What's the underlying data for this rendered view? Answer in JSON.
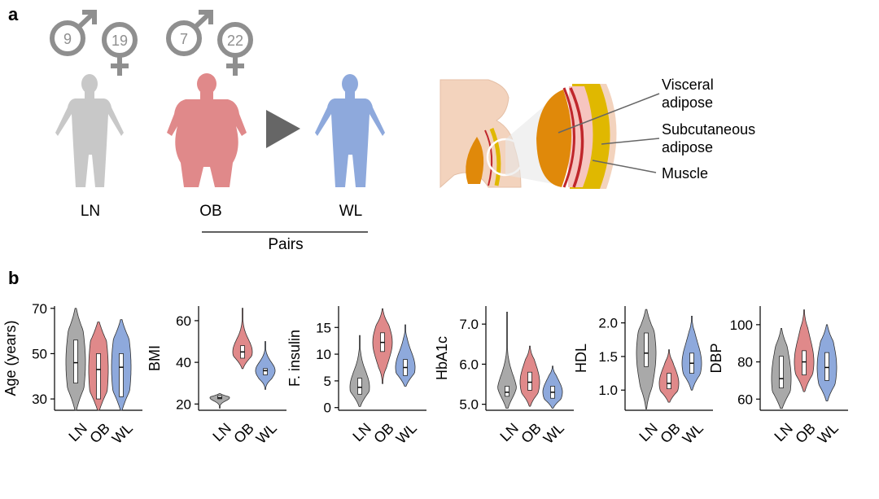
{
  "panel_a": {
    "label": "a",
    "groups": [
      {
        "name": "LN",
        "male_count": "9",
        "female_count": "19",
        "color": "#c8c8c8"
      },
      {
        "name": "OB",
        "male_count": "7",
        "female_count": "22",
        "color": "#e0898a"
      },
      {
        "name": "WL",
        "color": "#8ea9dc"
      }
    ],
    "pairs_label": "Pairs",
    "tissue_labels": {
      "visceral": "Visceral\nadipose",
      "subcutaneous": "Subcutaneous\nadipose",
      "muscle": "Muscle"
    },
    "colors": {
      "gender_symbol": "#8f8f8f",
      "visceral": "#e0890a",
      "subcutaneous": "#e0b800",
      "muscle": "#c0262b",
      "skin": "#f3d3bd",
      "arrow": "#666666"
    }
  },
  "panel_b": {
    "label": "b"
  },
  "chart_data": [
    {
      "type": "violin",
      "ylabel": "Age (years)",
      "categories": [
        "LN",
        "OB",
        "WL"
      ],
      "ylim": [
        25,
        71
      ],
      "yticks": [
        30,
        50,
        70
      ],
      "series": [
        {
          "category": "LN",
          "min": 25,
          "q1": 37,
          "median": 46,
          "q3": 56,
          "max": 70
        },
        {
          "category": "OB",
          "min": 25,
          "q1": 30,
          "median": 43,
          "q3": 50,
          "max": 64
        },
        {
          "category": "WL",
          "min": 25,
          "q1": 31,
          "median": 44,
          "q3": 50,
          "max": 65
        }
      ]
    },
    {
      "type": "violin",
      "ylabel": "BMI",
      "categories": [
        "LN",
        "OB",
        "WL"
      ],
      "ylim": [
        17,
        67
      ],
      "yticks": [
        20,
        40,
        60
      ],
      "series": [
        {
          "category": "LN",
          "min": 18,
          "q1": 22.5,
          "median": 23,
          "q3": 24,
          "max": 25
        },
        {
          "category": "OB",
          "min": 37,
          "q1": 42,
          "median": 45,
          "q3": 48,
          "max": 66
        },
        {
          "category": "WL",
          "min": 27,
          "q1": 34,
          "median": 36,
          "q3": 37,
          "max": 50
        }
      ]
    },
    {
      "type": "violin",
      "ylabel": "F. insulin",
      "categories": [
        "LN",
        "OB",
        "WL"
      ],
      "ylim": [
        -0.5,
        19
      ],
      "yticks": [
        0,
        5,
        10,
        15
      ],
      "series": [
        {
          "category": "LN",
          "min": 0.2,
          "q1": 2.5,
          "median": 3.8,
          "q3": 5.5,
          "max": 13.5
        },
        {
          "category": "OB",
          "min": 4.5,
          "q1": 10.5,
          "median": 12.2,
          "q3": 14,
          "max": 18.5
        },
        {
          "category": "WL",
          "min": 4,
          "q1": 6,
          "median": 7.5,
          "q3": 9,
          "max": 15.5
        }
      ]
    },
    {
      "type": "violin",
      "ylabel": "HbA1c",
      "categories": [
        "LN",
        "OB",
        "WL"
      ],
      "ylim": [
        4.85,
        7.45
      ],
      "yticks": [
        5.0,
        6.0,
        7.0
      ],
      "ytick_labels": [
        "5.0",
        "6.0",
        "7.0"
      ],
      "series": [
        {
          "category": "LN",
          "min": 4.9,
          "q1": 5.2,
          "median": 5.3,
          "q3": 5.45,
          "max": 7.3
        },
        {
          "category": "OB",
          "min": 4.95,
          "q1": 5.35,
          "median": 5.55,
          "q3": 5.8,
          "max": 6.45
        },
        {
          "category": "WL",
          "min": 4.9,
          "q1": 5.15,
          "median": 5.3,
          "q3": 5.45,
          "max": 5.95
        }
      ]
    },
    {
      "type": "violin",
      "ylabel": "HDL",
      "categories": [
        "LN",
        "OB",
        "WL"
      ],
      "ylim": [
        0.7,
        2.25
      ],
      "yticks": [
        1.0,
        1.5,
        2.0
      ],
      "ytick_labels": [
        "1.0",
        "1.5",
        "2.0"
      ],
      "series": [
        {
          "category": "LN",
          "min": 0.72,
          "q1": 1.35,
          "median": 1.55,
          "q3": 1.85,
          "max": 2.2
        },
        {
          "category": "OB",
          "min": 0.82,
          "q1": 1.02,
          "median": 1.1,
          "q3": 1.25,
          "max": 1.6
        },
        {
          "category": "WL",
          "min": 1.0,
          "q1": 1.25,
          "median": 1.4,
          "q3": 1.55,
          "max": 2.1
        }
      ]
    },
    {
      "type": "violin",
      "ylabel": "DBP",
      "categories": [
        "LN",
        "OB",
        "WL"
      ],
      "ylim": [
        54,
        110
      ],
      "yticks": [
        60,
        80,
        100
      ],
      "series": [
        {
          "category": "LN",
          "min": 55,
          "q1": 66,
          "median": 71,
          "q3": 83,
          "max": 98
        },
        {
          "category": "OB",
          "min": 64,
          "q1": 73,
          "median": 80,
          "q3": 86,
          "max": 108
        },
        {
          "category": "WL",
          "min": 59,
          "q1": 70,
          "median": 77,
          "q3": 85,
          "max": 100
        }
      ]
    }
  ],
  "violin_colors": {
    "LN": "#a9a9a9",
    "OB": "#e0898a",
    "WL": "#8ea9dc"
  }
}
